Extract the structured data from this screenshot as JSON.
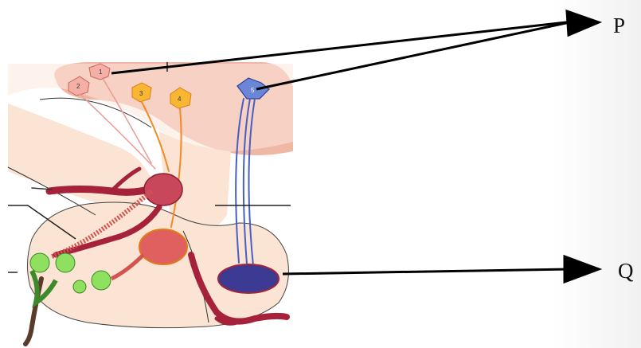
{
  "labels": {
    "p": "P",
    "q": "Q"
  },
  "neuron_numbers": [
    "1",
    "2",
    "3",
    "4",
    "5"
  ],
  "colors": {
    "hypothalamus": "#f2b8a6",
    "tissue": "#fbe7d8",
    "neuron_pink": "#e89b95",
    "neuron_orange": "#f5a623",
    "neuron_blue": "#5b74c9",
    "vessel": "#a6223a",
    "cell_green": "#7ed957",
    "arrow": "#000000"
  }
}
